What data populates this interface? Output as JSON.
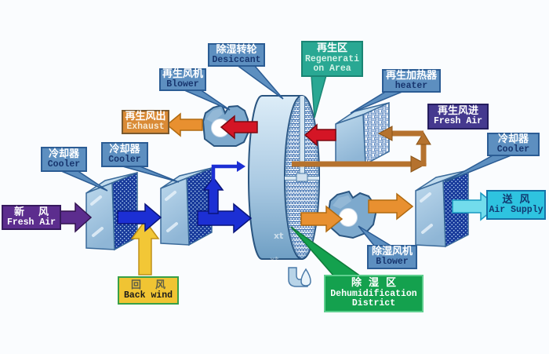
{
  "labels": {
    "desiccant": {
      "zh": "除湿转轮",
      "en": "Desiccant"
    },
    "regen_blower": {
      "zh": "再生风机",
      "en": "Blower"
    },
    "regen_area": {
      "zh": "再生区",
      "en1": "Regenerati",
      "en2": "on Area"
    },
    "exhaust": {
      "zh": "再生风出",
      "en": "Exhaust"
    },
    "regen_heater": {
      "zh": "再生加热器",
      "en": "heater"
    },
    "regen_fresh_air": {
      "zh": "再生风进",
      "en": "Fresh Air"
    },
    "cooler_left1": {
      "zh": "冷却器",
      "en": "Cooler"
    },
    "cooler_left2": {
      "zh": "冷却器",
      "en": "Cooler"
    },
    "cooler_right": {
      "zh": "冷却器",
      "en": "Cooler"
    },
    "fresh_air": {
      "zh": "新    风",
      "en": "Fresh Air"
    },
    "air_supply": {
      "zh": "送  风",
      "en": "Air Supply"
    },
    "back_wind": {
      "zh": "回    风",
      "en": "Back wind"
    },
    "dehumid_blower": {
      "zh": "除湿风机",
      "en": "Blower"
    },
    "dehumid_district": {
      "zh": "除  湿  区",
      "en1": "Dehumidification",
      "en2": "District"
    }
  },
  "watermark": "xt",
  "colors": {
    "label_steel": "#5d8fc0",
    "label_teal": "#29a893",
    "label_orange": "#d98a35",
    "label_indigo": "#45398f",
    "label_purple": "#5c2d8e",
    "label_cyan": "#2ec3e0",
    "label_yellow": "#f0c433",
    "label_green": "#14a14e",
    "arrow_blue": "#1c2fd4",
    "arrow_red": "#d41525",
    "arrow_orange": "#e89030",
    "arrow_dark_orange": "#b5722e",
    "arrow_yellow": "#f2c736",
    "arrow_cyan": "#72dcec",
    "arrow_purple": "#5c2d8e"
  }
}
